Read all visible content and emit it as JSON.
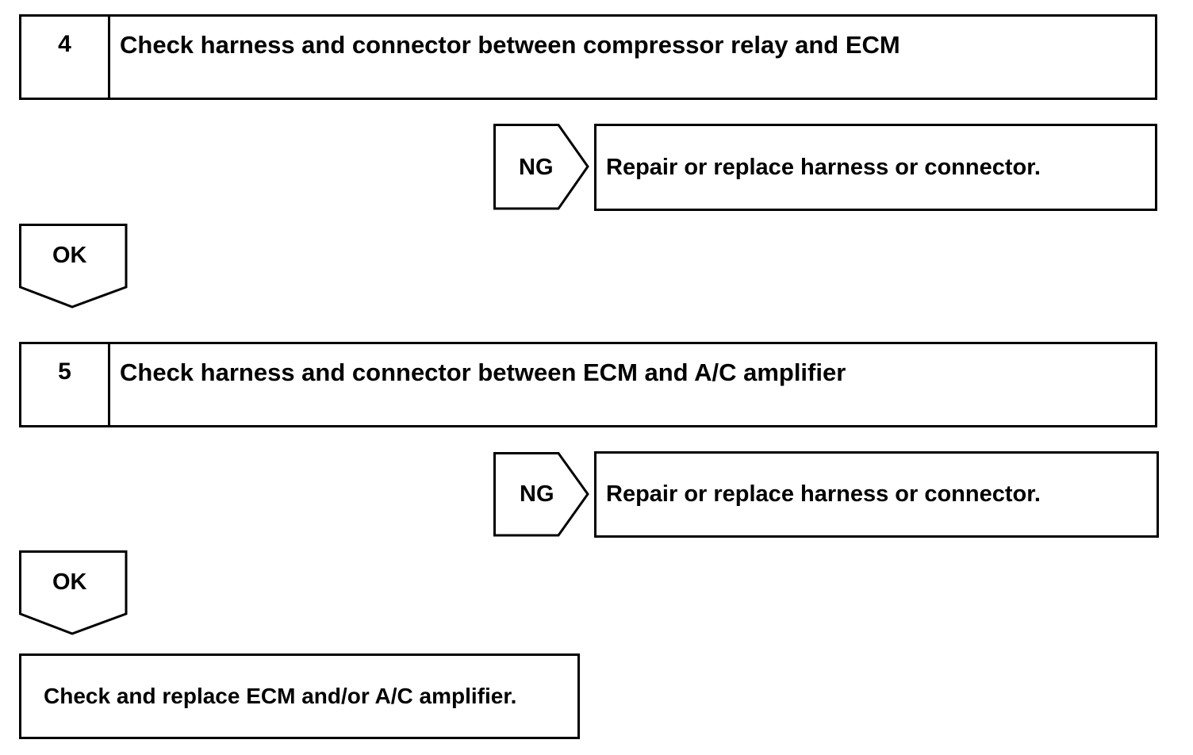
{
  "steps": [
    {
      "number": "4",
      "title": "Check harness and connector between compressor relay and ECM",
      "ng_label": "NG",
      "ng_action": "Repair or replace harness or connector.",
      "ok_label": "OK"
    },
    {
      "number": "5",
      "title": "Check harness and connector between ECM and A/C amplifier",
      "ng_label": "NG",
      "ng_action": "Repair or replace harness or connector.",
      "ok_label": "OK"
    }
  ],
  "final_action": "Check and replace ECM and/or A/C amplifier."
}
